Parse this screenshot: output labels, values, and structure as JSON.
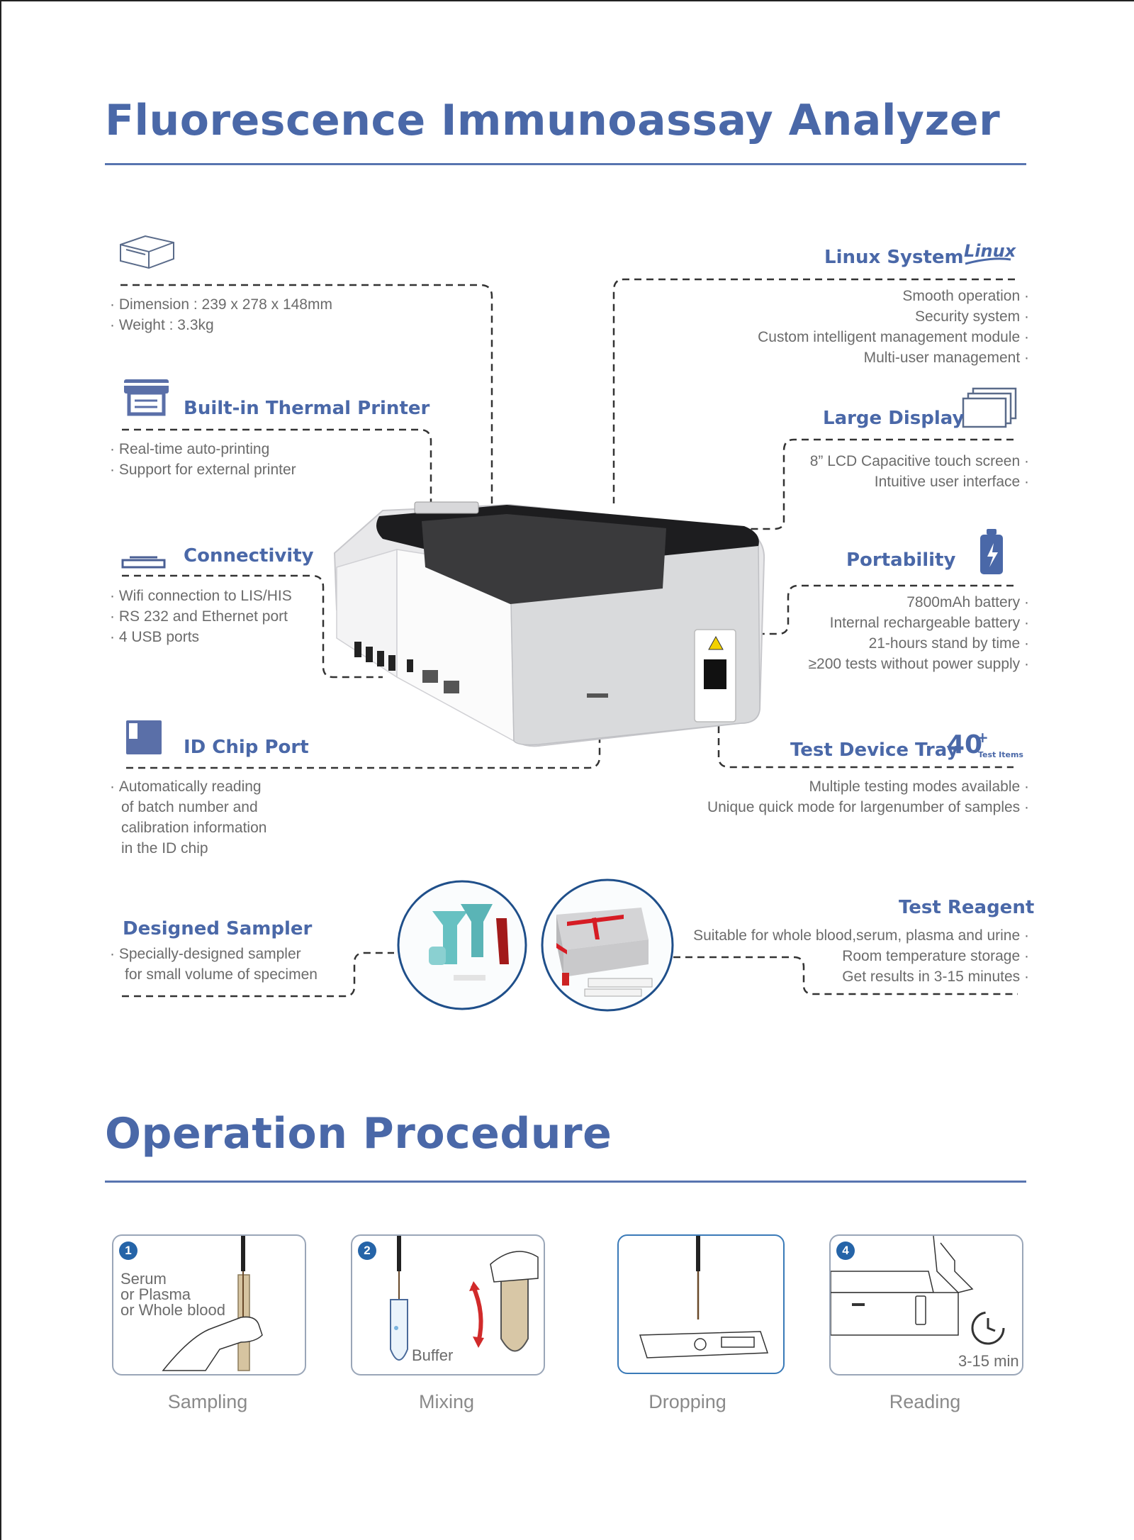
{
  "page": {
    "title": "Fluorescence Immunoassay Analyzer",
    "section2_title": "Operation Procedure"
  },
  "specs": {
    "dimension": "Dimension :  239 x 278 x  148mm",
    "weight": "Weight : 3.3kg"
  },
  "printer": {
    "heading": "Built-in Thermal Printer",
    "lines": [
      "Real-time auto-printing",
      "Support for external printer"
    ]
  },
  "connectivity": {
    "heading": "Connectivity",
    "lines": [
      "Wifi connection to LIS/HIS",
      "RS 232 and Ethernet port",
      "4 USB ports"
    ]
  },
  "idchip": {
    "heading": "ID Chip Port",
    "lines": [
      "Automatically reading",
      "of batch number and",
      "calibration information",
      "in the ID chip"
    ]
  },
  "sampler": {
    "heading": "Designed Sampler",
    "lines": [
      "Specially-designed sampler",
      "for small volume of specimen"
    ]
  },
  "linux": {
    "heading": "Linux System",
    "logo": "Linux",
    "lines": [
      "Smooth operation",
      "Security system",
      "Custom intelligent management module",
      "Multi-user management"
    ]
  },
  "display": {
    "heading": "Large Display",
    "lines": [
      "8” LCD Capacitive touch screen",
      "Intuitive user interface"
    ]
  },
  "portability": {
    "heading": "Portability",
    "lines": [
      "7800mAh battery",
      "Internal rechargeable battery",
      "21-hours stand by time",
      "≥200 tests without power supply"
    ]
  },
  "tray": {
    "heading": "Test Device Tray",
    "big": "40",
    "plus": "+",
    "small": "Test Items",
    "lines": [
      "Multiple testing modes available",
      "Unique quick mode for largenumber of samples"
    ]
  },
  "reagent": {
    "heading": "Test Reagent",
    "lines": [
      "Suitable for whole blood,serum, plasma and urine",
      "Room temperature storage",
      "Get results in 3-15 minutes"
    ]
  },
  "steps": [
    {
      "num": "1",
      "label": "Sampling",
      "text": [
        "Serum",
        "or Plasma",
        "or Whole blood"
      ]
    },
    {
      "num": "2",
      "label": "Mixing",
      "text": [
        "Buffer"
      ]
    },
    {
      "num": "",
      "label": "Dropping",
      "text": []
    },
    {
      "num": "4",
      "label": "Reading",
      "text": [
        "3-15 min"
      ]
    }
  ],
  "colors": {
    "accent": "#4a68a8",
    "text": "#6b6b6b",
    "step_number": "#2564a8"
  }
}
